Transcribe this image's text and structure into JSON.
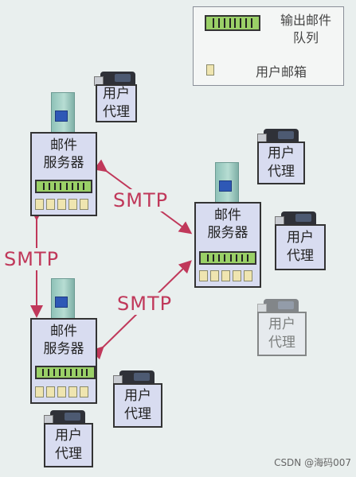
{
  "legend": {
    "queue_label": "输出邮件\n队列",
    "mailbox_label": "用户邮箱"
  },
  "servers": [
    {
      "label": "邮件\n服务器"
    },
    {
      "label": "邮件\n服务器"
    },
    {
      "label": "邮件\n服务器"
    }
  ],
  "agents": [
    {
      "label": "用户\n代理"
    },
    {
      "label": "用户\n代理"
    },
    {
      "label": "用户\n代理"
    },
    {
      "label": "用户\n代理"
    },
    {
      "label": "用户\n代理"
    },
    {
      "label": "用户\n代理"
    }
  ],
  "protocol_labels": [
    "SMTP",
    "SMTP",
    "SMTP"
  ],
  "watermark": "CSDN @海码007",
  "colors": {
    "arrow": "#c0385a",
    "queue": "#9ad067",
    "server_box": "#d8dcf0",
    "agent_box": "#d8dcf0",
    "agent_box_faded": "#e4e6ee"
  }
}
